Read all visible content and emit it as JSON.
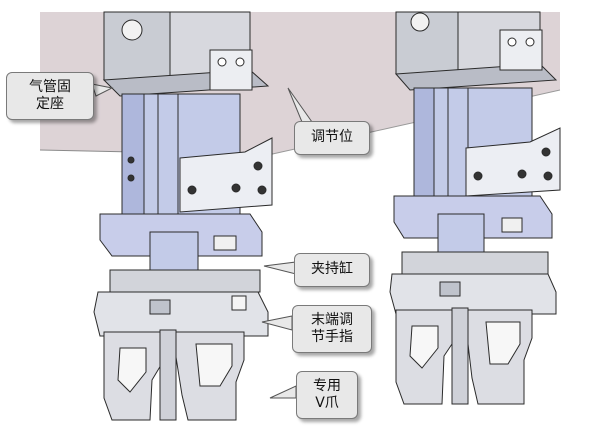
{
  "diagram": {
    "background_color": "#ddd3d6",
    "metal_color": "#c8ccd8",
    "cylinder_color": "#c3cbe8",
    "plate_color": "#dadde6"
  },
  "labels": {
    "air_pipe_mount": {
      "line1": "气管固",
      "line2": "定座"
    },
    "adjust_position": {
      "line1": "调节位"
    },
    "clamp_cylinder": {
      "line1": "夹持缸"
    },
    "end_adjust_finger": {
      "line1": "末端调",
      "line2": "节手指"
    },
    "special_v_claw": {
      "line1": "专用",
      "line2": "V爪"
    }
  }
}
